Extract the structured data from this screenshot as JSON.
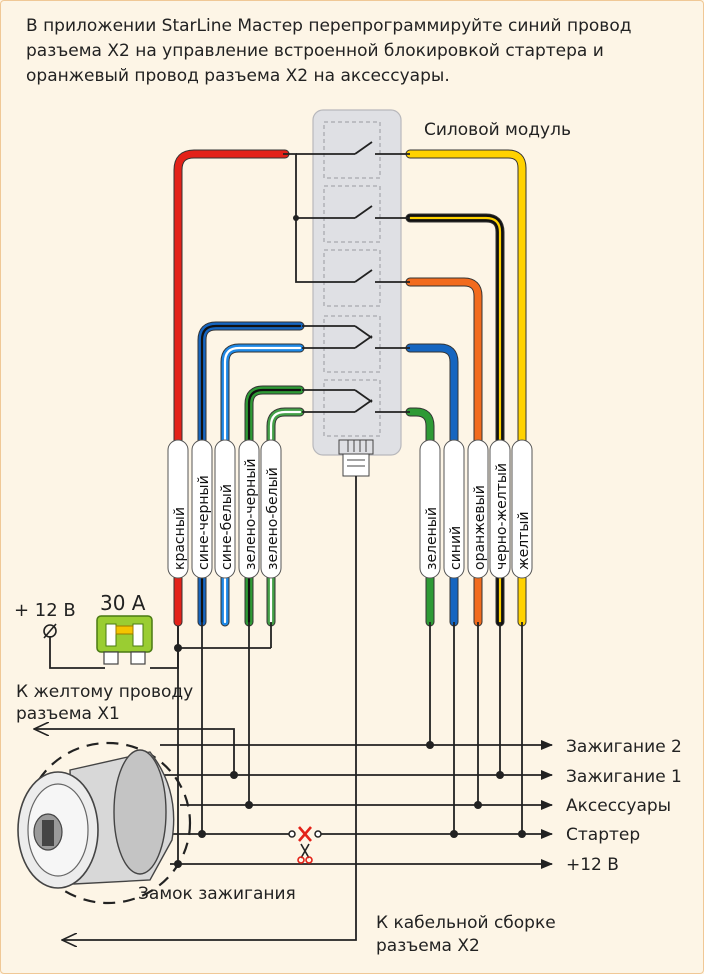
{
  "intro": {
    "line1": "В приложении StarLine Мастер перепрограммируйте синий провод",
    "line2": "разъема X2 на управление встроенной блокировкой стартера и",
    "line3": "оранжевый провод разъема X2 на аксессуары."
  },
  "power_module_label": "Силовой модуль",
  "fuse": {
    "supply_label": "+ 12 В",
    "rating_label": "30 А"
  },
  "left_wires": [
    {
      "label": "красный",
      "color": "#e32219",
      "stripe": ""
    },
    {
      "label": "сине-черный",
      "color": "#1565c0",
      "stripe": "#111111"
    },
    {
      "label": "сине-белый",
      "color": "#1e88e5",
      "stripe": "#ffffff"
    },
    {
      "label": "зелено-черный",
      "color": "#2e9a35",
      "stripe": "#111111"
    },
    {
      "label": "зелено-белый",
      "color": "#43a047",
      "stripe": "#ffffff"
    }
  ],
  "right_wires": [
    {
      "label": "зеленый",
      "color": "#2e9a35",
      "stripe": ""
    },
    {
      "label": "синий",
      "color": "#1565c0",
      "stripe": ""
    },
    {
      "label": "оранжевый",
      "color": "#f26b1d",
      "stripe": ""
    },
    {
      "label": "черно-желтый",
      "color": "#111111",
      "stripe": "#ffd200"
    },
    {
      "label": "желтый",
      "color": "#ffd200",
      "stripe": ""
    }
  ],
  "outputs": [
    {
      "label": "Зажигание 2"
    },
    {
      "label": "Зажигание 1"
    },
    {
      "label": "Аксессуары"
    },
    {
      "label": "Стартер"
    },
    {
      "label": "+12 В"
    }
  ],
  "to_yellow_x1": {
    "line1": "К желтому проводу",
    "line2": "разъема X1"
  },
  "ignition_lock_label": "Замок зажигания",
  "to_x2": {
    "line1": "К кабельной сборке",
    "line2": "разъема X2"
  },
  "colors": {
    "background": "#fdf5e6",
    "module_fill": "#dfe0e4",
    "line": "#222222"
  }
}
